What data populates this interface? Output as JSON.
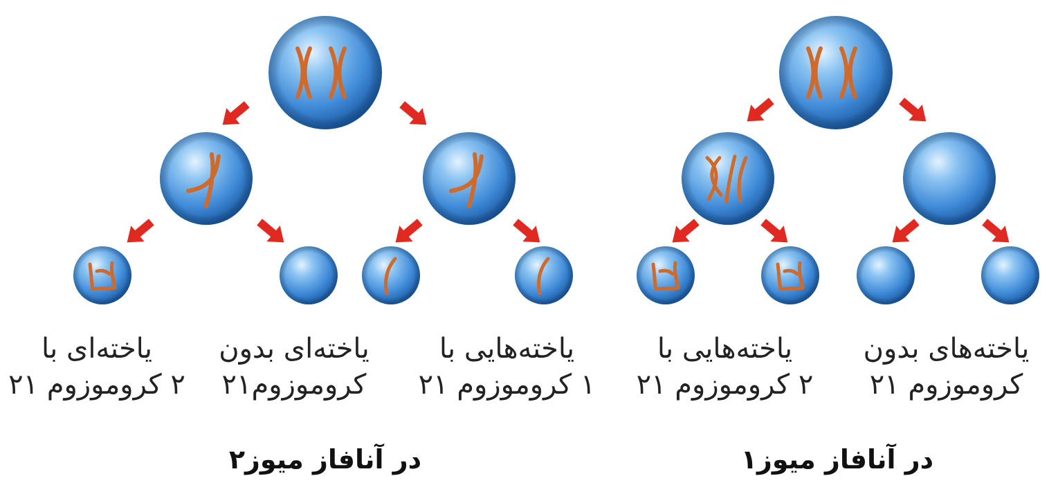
{
  "colors": {
    "cell_highlight": "#d8eeff",
    "cell_mid": "#5aa4e6",
    "cell_dark": "#1f5fa8",
    "chromosome": "#d06a2a",
    "arrow": "#e02a21",
    "text": "#222222"
  },
  "panels": [
    {
      "id": "meiosis1",
      "title": "در آنافاز میوز۱",
      "parent_cell": {
        "chromosomes": "two-homologous-pairs"
      },
      "daughter_cells": [
        {
          "chromosomes": "both-chromosome-21"
        },
        {
          "chromosomes": "none"
        }
      ],
      "gametes": [
        {
          "chromosomes": "two"
        },
        {
          "chromosomes": "two"
        },
        {
          "chromosomes": "none"
        },
        {
          "chromosomes": "none"
        }
      ],
      "captions": [
        {
          "line1": "یاخته‌هایی با",
          "line2": "۲ کروموزوم ۲۱"
        },
        {
          "line1": "یاخته‌های بدون",
          "line2": "کروموزوم ۲۱"
        }
      ]
    },
    {
      "id": "meiosis2",
      "title": "در آنافاز میوز۲",
      "parent_cell": {
        "chromosomes": "two-homologous-pairs"
      },
      "daughter_cells": [
        {
          "chromosomes": "one-replicated"
        },
        {
          "chromosomes": "one-replicated"
        }
      ],
      "gametes": [
        {
          "chromosomes": "two"
        },
        {
          "chromosomes": "none"
        },
        {
          "chromosomes": "one"
        },
        {
          "chromosomes": "one"
        }
      ],
      "captions": [
        {
          "line1": "یاخته‌ای با",
          "line2": "۲ کروموزوم ۲۱"
        },
        {
          "line1": "یاخته‌ای بدون",
          "line2": "کروموزوم۲۱"
        },
        {
          "line1": "یاخته‌هایی با",
          "line2": "۱ کروموزوم ۲۱"
        }
      ]
    }
  ]
}
